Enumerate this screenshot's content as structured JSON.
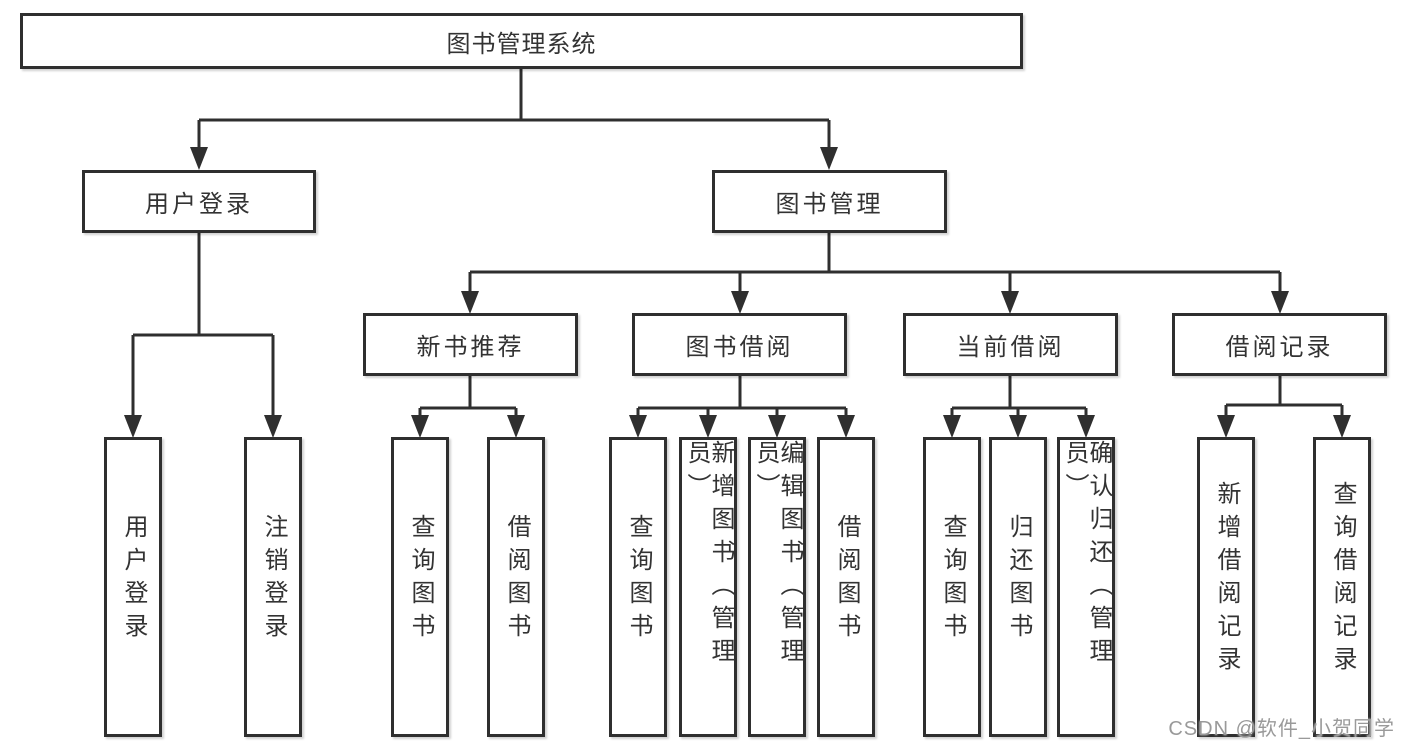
{
  "diagram": {
    "root": "图书管理系统",
    "user_branch": {
      "label": "用户登录",
      "children": [
        "用户登录",
        "注销登录"
      ]
    },
    "book_branch": {
      "label": "图书管理",
      "groups": [
        {
          "label": "新书推荐",
          "children": [
            "查询图书",
            "借阅图书"
          ]
        },
        {
          "label": "图书借阅",
          "children": [
            "查询图书",
            "新增图书（管理员）",
            "编辑图书（管理员）",
            "借阅图书"
          ]
        },
        {
          "label": "当前借阅",
          "children": [
            "查询图书",
            "归还图书",
            "确认归还（管理员）"
          ]
        },
        {
          "label": "借阅记录",
          "children": [
            "新增借阅记录",
            "查询借阅记录"
          ]
        }
      ]
    }
  },
  "watermark": "CSDN @软件_小贺同学",
  "colors": {
    "line": "#2f2f2f",
    "box_border": "#2f2f2f",
    "text": "#333333",
    "watermark": "#9a9a9a",
    "background": "#ffffff"
  }
}
